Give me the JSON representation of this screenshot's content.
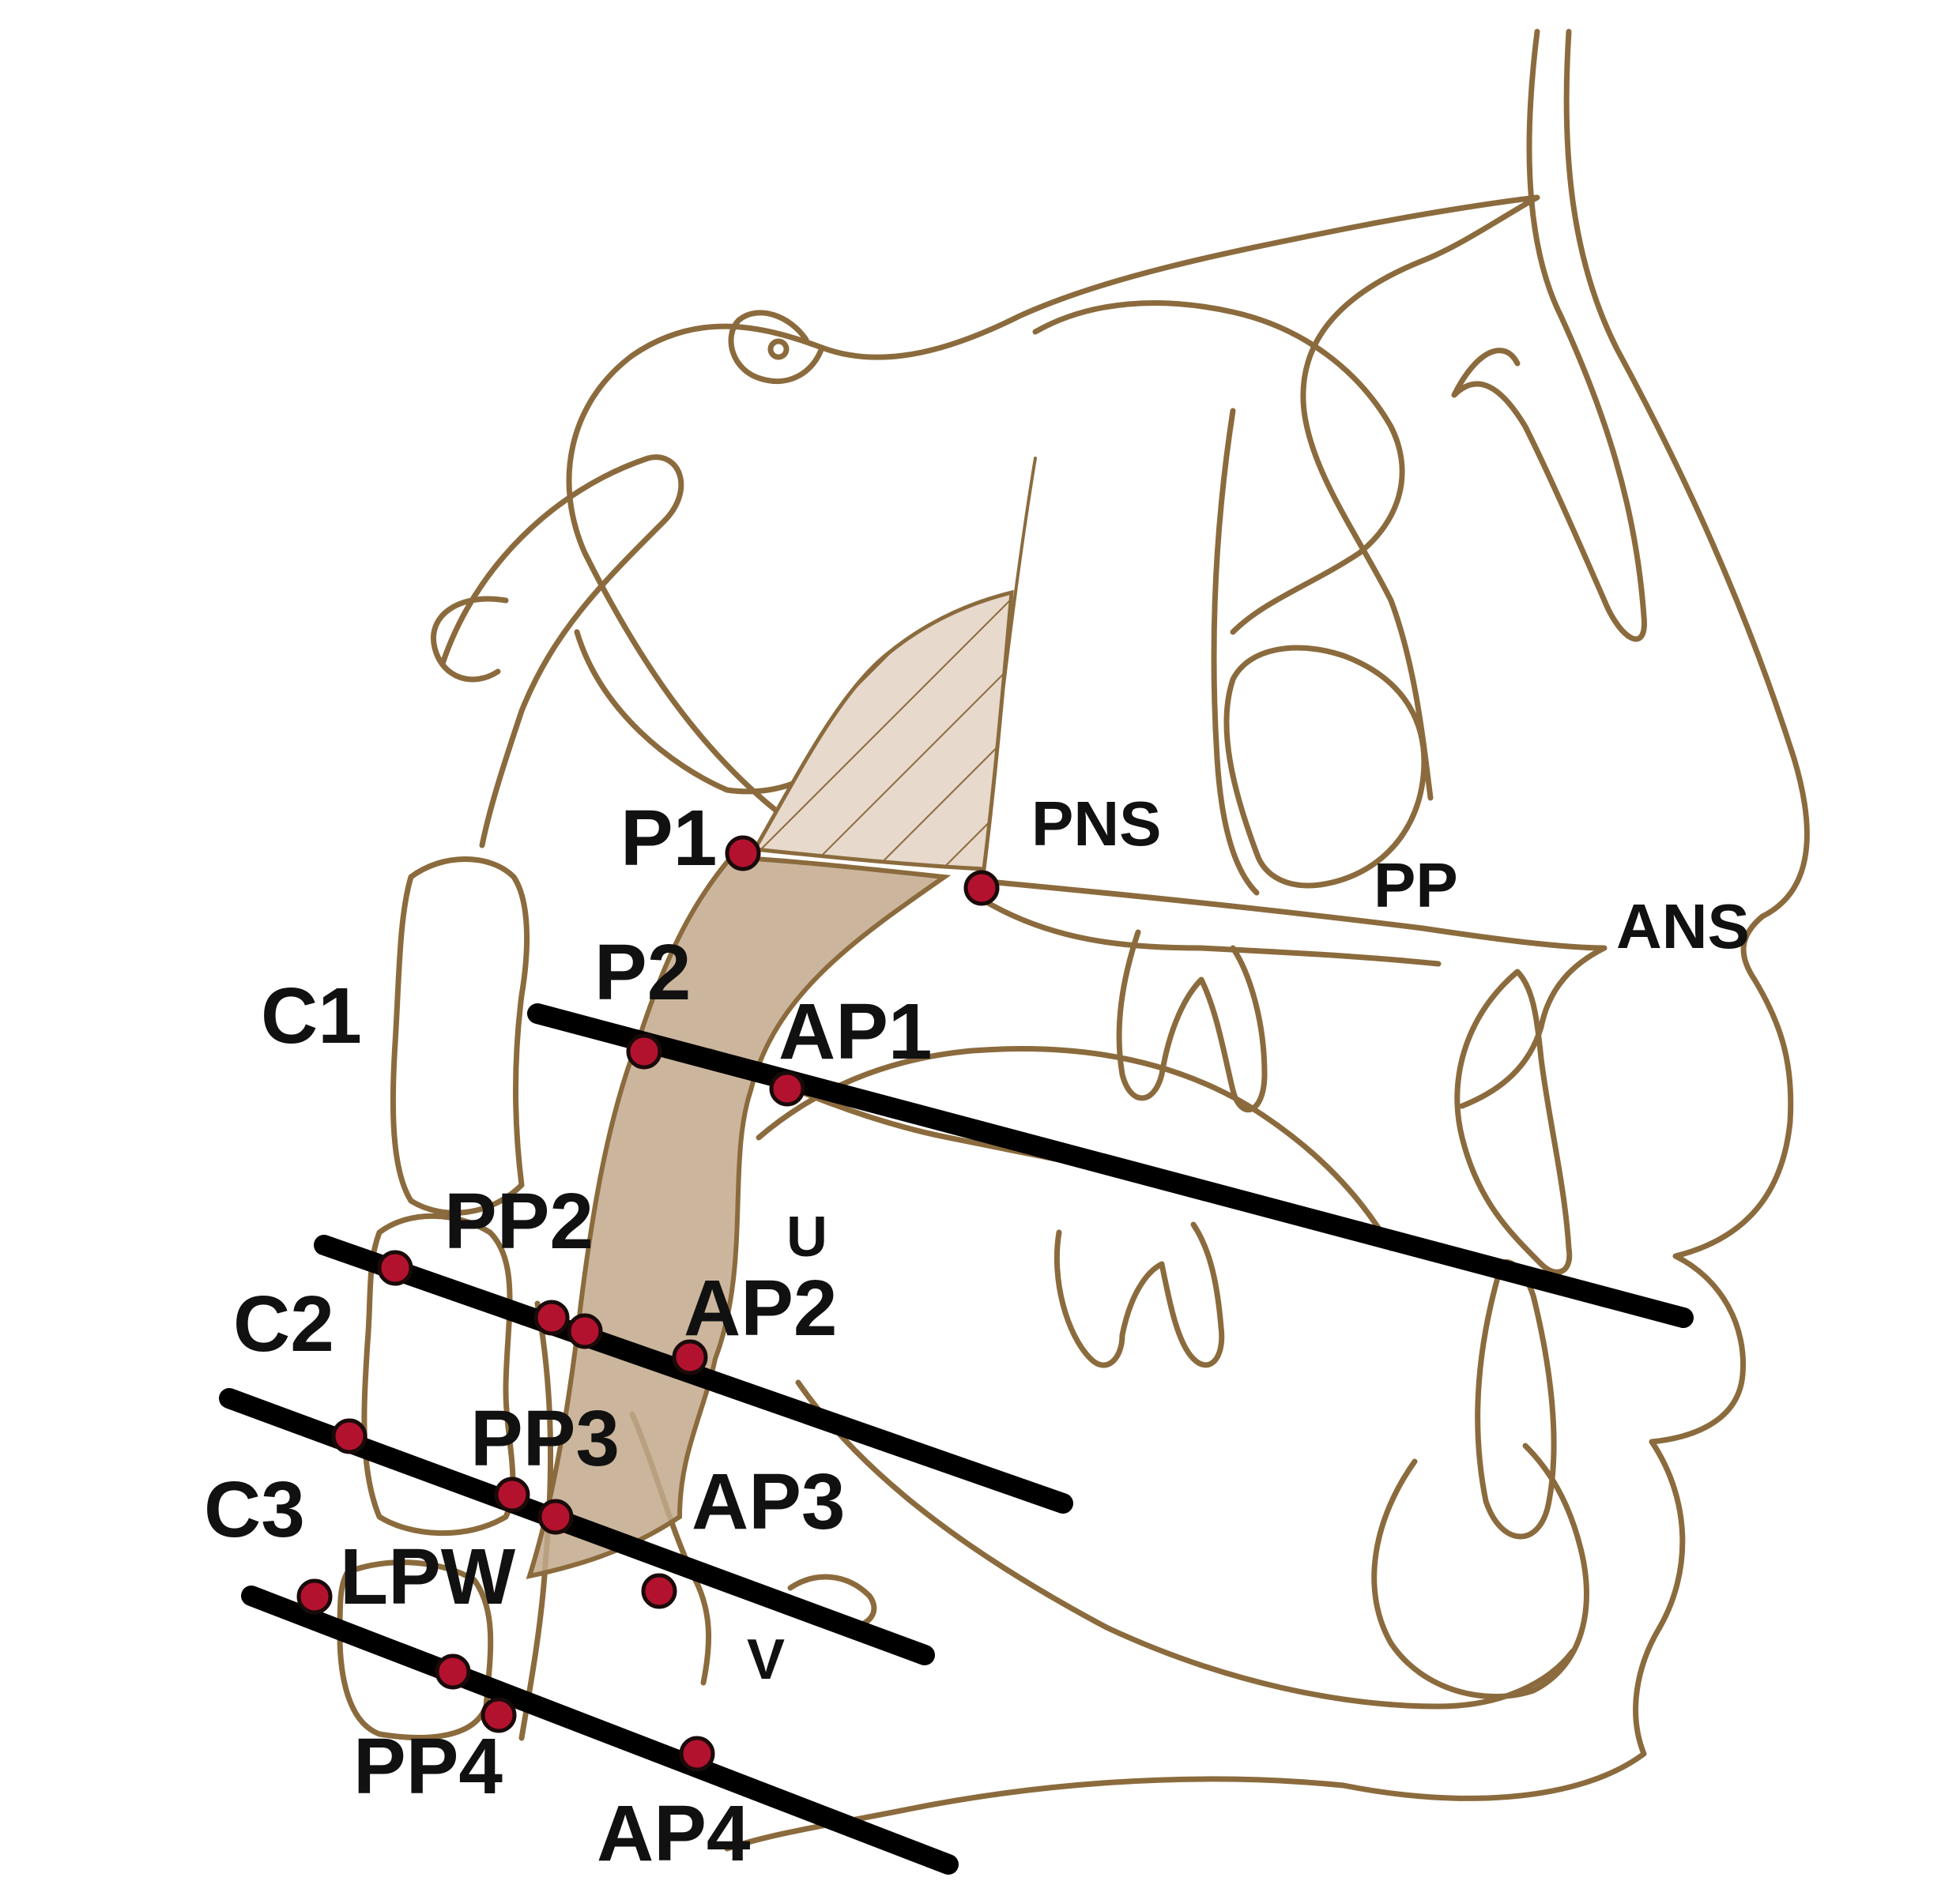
{
  "colors": {
    "tracing": "#8b6b3d",
    "airway_fill": "#c2a98c",
    "hatch_fill": "#e7d9cc",
    "reference_line": "#000000",
    "landmark_point": "#b3122e"
  },
  "labels": {
    "p1": "P1",
    "pns": "PNS",
    "pp": "PP",
    "ans": "ANS",
    "p2": "P2",
    "c1": "C1",
    "ap1": "AP1",
    "u": "U",
    "pp2": "PP2",
    "c2": "C2",
    "ap2": "AP2",
    "pp3": "PP3",
    "ap3": "AP3",
    "c3": "C3",
    "lpw": "LPW",
    "v": "V",
    "pp4": "PP4",
    "ap4": "AP4"
  }
}
